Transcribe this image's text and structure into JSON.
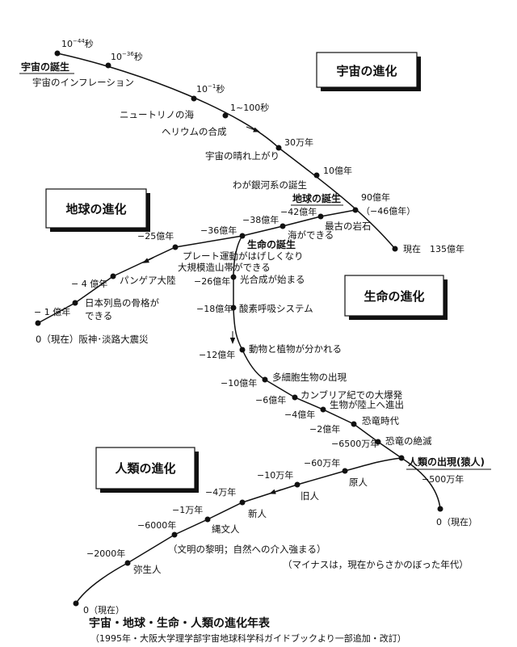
{
  "universe": {
    "box": "宇宙の進化",
    "t1_base": "10",
    "t1_exp": "−44",
    "t1_unit": "秒",
    "t2_base": "10",
    "t2_exp": "−36",
    "t2_unit": "秒",
    "birth": "宇宙の誕生",
    "inflation": "宇宙のインフレーション",
    "t3_base": "10",
    "t3_exp": "−1",
    "t3_unit": "秒",
    "t4": "1~100秒",
    "neutrino": "ニュートリノの海",
    "helium": "ヘリウムの合成",
    "t5": "30万年",
    "clear": "宇宙の晴れ上がり",
    "t6": "10億年",
    "galaxy": "わが銀河系の誕生",
    "t7": "90億年",
    "t7b": "（−46億年）",
    "now": "現在　135億年"
  },
  "earth": {
    "box": "地球の進化",
    "birth": "地球の誕生",
    "t42": "−42億年",
    "rock": "最古の岩石",
    "t38": "−38億年",
    "sea": "海ができる",
    "t36": "−36億年",
    "life_birth": "生命の誕生",
    "t25": "−25億年",
    "plate1": "プレート運動がはげしくなり",
    "plate2": "大規模造山帯ができる",
    "t4": "− 4 億年",
    "pangaea": "パンゲア大陸",
    "t1": "− 1 億年",
    "japan1": "日本列島の骨格が",
    "japan2": "できる",
    "now": "0（現在）阪神･淡路大震災"
  },
  "life": {
    "box": "生命の進化",
    "t26": "−26億年",
    "photo": "光合成が始まる",
    "t18": "−18億年",
    "oxygen": "酸素呼吸システム",
    "t12": "−12億年",
    "split": "動物と植物が分かれる",
    "t10": "−10億年",
    "multi": "多細胞生物の出現",
    "t6": "−6億年",
    "cambrian": "カンブリア紀での大爆発",
    "t4": "−4億年",
    "land": "生物が陸上へ進出",
    "t2": "−2億年",
    "dino": "恐竜時代",
    "t65": "−6500万年",
    "extinct": "恐竜の絶滅",
    "human": "人類の出現(猿人)",
    "t500": "−500万年",
    "now": "0（現在）"
  },
  "human": {
    "box": "人類の進化",
    "t60": "−60万年",
    "genjin": "原人",
    "t10": "−10万年",
    "kyujin": "旧人",
    "t4": "−4万年",
    "shinjin": "新人",
    "t1": "−1万年",
    "jomon": "縄文人",
    "t6000": "−6000年",
    "civ": "（文明の黎明；自然への介入強まる）",
    "t2000": "−2000年",
    "yayoi": "弥生人",
    "now": "0（現在）"
  },
  "note": "（マイナスは，現在からさかのぼった年代）",
  "title": "宇宙・地球・生命・人類の進化年表",
  "source": "（1995年・大阪大学理学部宇宙地球科学科ガイドブックより一部追加・改訂）"
}
